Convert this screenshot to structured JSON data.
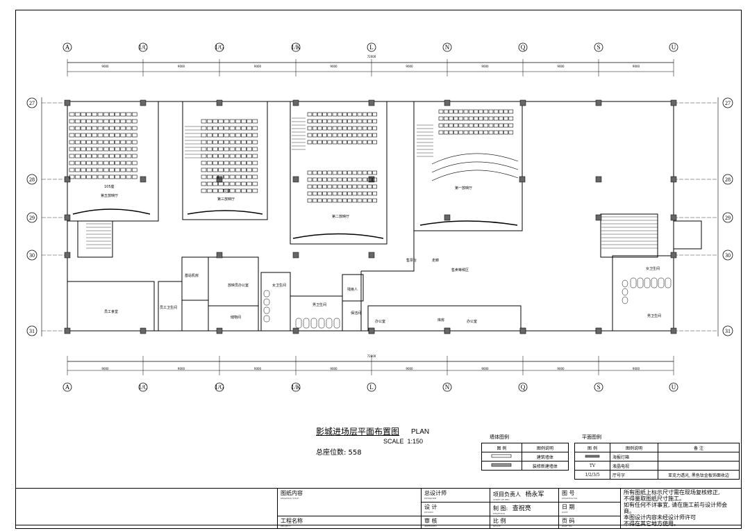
{
  "axes": {
    "columns": [
      "A",
      "1/C",
      "1/G",
      "1/K",
      "L",
      "N",
      "Q",
      "S",
      "U"
    ],
    "rows": [
      "27",
      "28",
      "29",
      "30",
      "31"
    ],
    "dims_top": [
      "9000",
      "9000",
      "9000",
      "9000",
      "9000",
      "9000",
      "9000",
      "9000"
    ],
    "dims_total": "72000",
    "dims_bottom": [
      "9000",
      "9000",
      "9000",
      "9000",
      "9000",
      "9000",
      "9000",
      "9000"
    ]
  },
  "rooms": {
    "hall5_seats": "105座",
    "hall5": "第五放映厅",
    "hall3_seats": "77座",
    "hall3": "第三放映厅",
    "hall2": "第二放映厅",
    "hall1": "第一放映厅",
    "lobby": "售卖等候区",
    "ticket": "售票台",
    "staff_dining": "员工食堂",
    "staff_rest": "员工卫生间",
    "electric": "基站机房",
    "projection": "放映员办公室",
    "storage": "储物间",
    "female_wc_left": "女卫生间",
    "male_wc_left": "男卫生间",
    "disabled_wc": "残疾人",
    "cleaning": "保洁间",
    "corridor": "走廊",
    "office1": "办公室",
    "office2": "库房",
    "office3": "办公室",
    "female_wc_right": "女卫生间",
    "male_wc_right": "男卫生间"
  },
  "title": {
    "cn": "影城进场层平面布置图",
    "en": "PLAN",
    "scale_label": "SCALE",
    "scale_value": "1:150",
    "seats_total": "总座位数: 558"
  },
  "wall_legend": {
    "title": "墙体图例",
    "headers": [
      "图 例",
      "图例说明"
    ],
    "rows": [
      {
        "desc": "建筑墙体"
      },
      {
        "desc": "装修新建墙体"
      }
    ]
  },
  "plan_legend": {
    "title": "平面图例",
    "headers": [
      "图 例",
      "图例说明",
      "备 注"
    ],
    "rows": [
      {
        "symbol": "",
        "desc": "海报灯箱",
        "note": ""
      },
      {
        "symbol": "TV",
        "desc": "液晶电视",
        "note": ""
      },
      {
        "symbol": "1/2/3/5",
        "desc": "厅号字",
        "note": "亚克力透光, 黑色钛金板饰面收边"
      }
    ]
  },
  "title_block": {
    "drawing_content": "图纸内容",
    "drawing_content_en": "DRAWING TITLE",
    "project_name": "工程名称",
    "project_name_en": "PROJECT",
    "chief_designer": "总设计师",
    "chief_designer_en": "DESIGNER",
    "design": "设 计",
    "design_en": "DESIGN",
    "review": "审 核",
    "review_en": "APPROVED",
    "project_leader": "项目负责人",
    "project_leader_en": "CHIEF OF PRO",
    "leader_name": "杨永军",
    "drawing": "制 图:",
    "drawing_en": "DRAFTING",
    "drafter_name": "查祝亮",
    "scale": "比 例",
    "scale_en": "SCALE",
    "drawing_no": "图 号",
    "drawing_no_en": "DRAWING NO.",
    "date": "日 期",
    "date_en": "DATE",
    "page": "页 码",
    "page_en": "PAGE NO.",
    "notes": [
      "所有图纸上标示尺寸需在现场复核修正,",
      "不得量取图纸尺寸施工。",
      "如有任何不详事宜, 请在施工前与设计师会商。",
      "本图设计内容未经设计师许可",
      "不得在其它地方使用。"
    ]
  }
}
